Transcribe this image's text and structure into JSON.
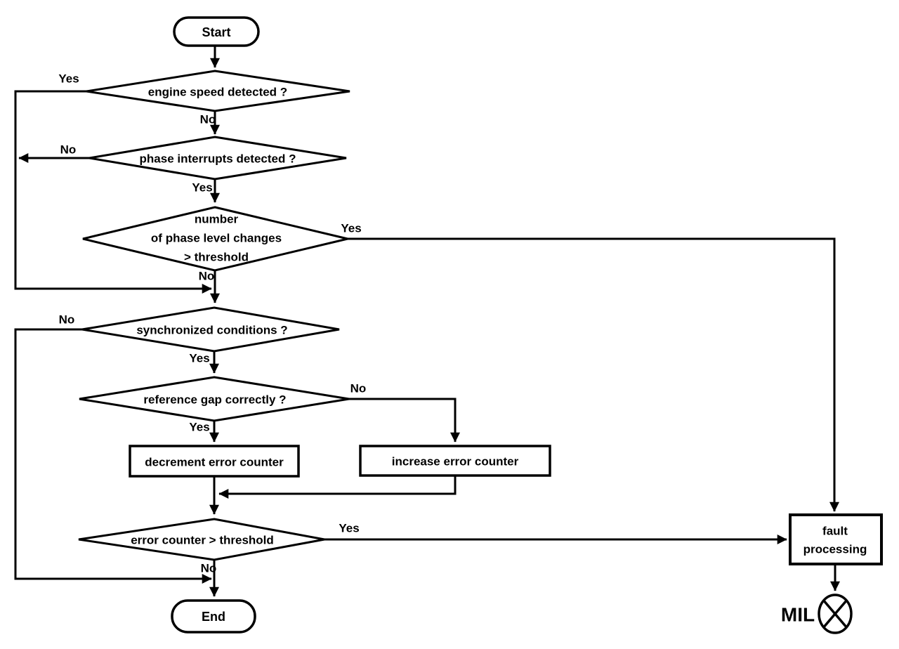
{
  "colors": {
    "ink": "#000000",
    "background": "#ffffff"
  },
  "nodes": {
    "start": {
      "type": "terminator",
      "label": "Start"
    },
    "engine_speed": {
      "type": "decision",
      "label": "engine speed detected ?"
    },
    "phase_interrupts": {
      "type": "decision",
      "label": "phase interrupts detected ?"
    },
    "phase_level_changes": {
      "type": "decision",
      "lines": [
        "number",
        "of phase level changes",
        "> threshold"
      ]
    },
    "synchronized": {
      "type": "decision",
      "label": "synchronized conditions ?"
    },
    "reference_gap": {
      "type": "decision",
      "label": "reference gap correctly ?"
    },
    "decrement": {
      "type": "process",
      "label": "decrement error counter"
    },
    "increase": {
      "type": "process",
      "label": "increase error counter"
    },
    "error_counter": {
      "type": "decision",
      "label": "error counter > threshold"
    },
    "end": {
      "type": "terminator",
      "label": "End"
    },
    "fault_processing": {
      "type": "process",
      "lines": [
        "fault",
        "processing"
      ]
    },
    "mil": {
      "type": "indicator-lamp",
      "label": "MIL"
    }
  },
  "edge_labels": {
    "engine_speed_yes": "Yes",
    "engine_speed_no": "No",
    "phase_interrupts_no": "No",
    "phase_interrupts_yes": "Yes",
    "phase_level_changes_yes": "Yes",
    "phase_level_changes_no": "No",
    "synchronized_no": "No",
    "synchronized_yes": "Yes",
    "reference_gap_no": "No",
    "reference_gap_yes": "Yes",
    "error_counter_yes": "Yes",
    "error_counter_no": "No"
  }
}
